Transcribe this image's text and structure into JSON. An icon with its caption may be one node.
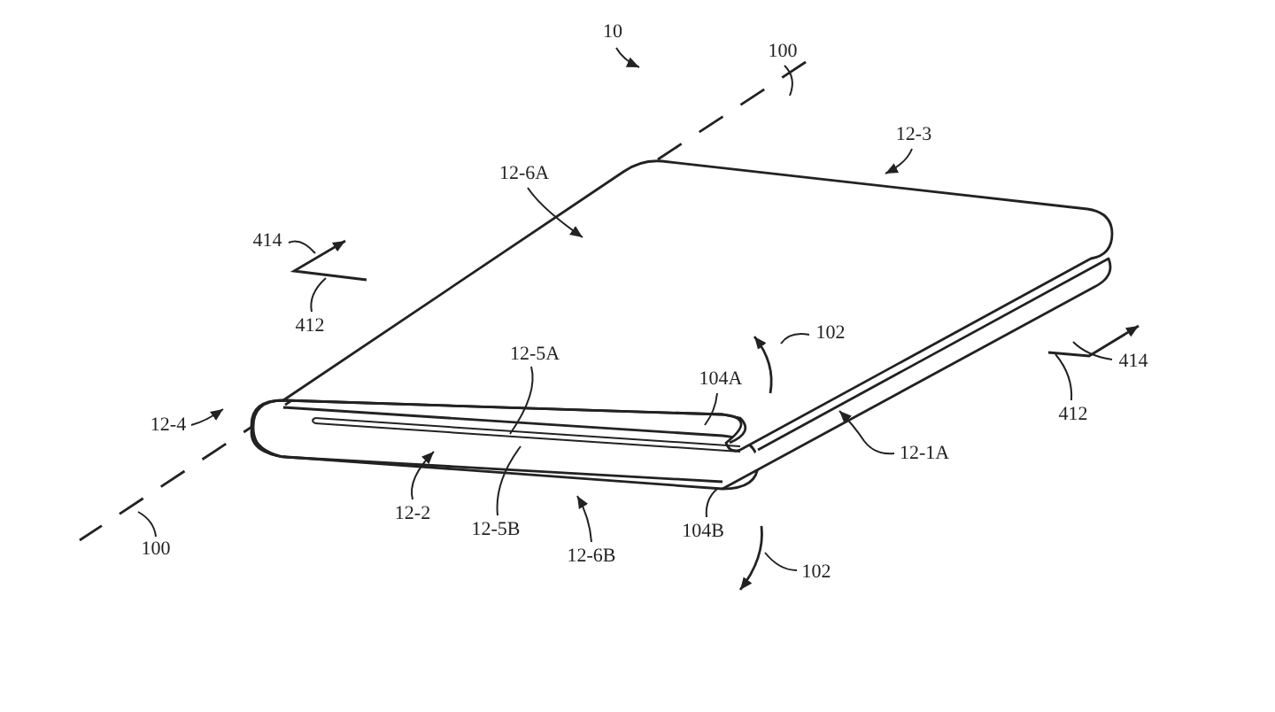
{
  "diagram": {
    "nodes": [
      {
        "text": [
          "10"
        ]
      },
      {
        "text": [
          "100"
        ]
      },
      {
        "text": [
          "12-3"
        ]
      },
      {
        "text": [
          "12-6A"
        ]
      },
      {
        "text": [
          "414"
        ]
      },
      {
        "text": [
          "412"
        ]
      },
      {
        "text": [
          "102"
        ]
      },
      {
        "text": [
          "104A"
        ]
      },
      {
        "text": [
          "414"
        ]
      },
      {
        "text": [
          "12-4"
        ]
      },
      {
        "text": [
          "12-5A"
        ]
      },
      {
        "text": [
          "12-1A"
        ]
      },
      {
        "text": [
          "412"
        ]
      },
      {
        "text": [
          "12-2"
        ]
      },
      {
        "text": [
          "12-5B"
        ]
      },
      {
        "text": [
          "104B"
        ]
      },
      {
        "text": [
          "100"
        ]
      },
      {
        "text": [
          "12-6B"
        ]
      },
      {
        "text": [
          "102"
        ]
      }
    ],
    "edges": [
      {
        "from": 0,
        "to": null,
        "arrow": "to"
      },
      {
        "from": 1,
        "to": null,
        "arrow": "none"
      },
      {
        "from": 2,
        "to": null,
        "arrow": "to"
      },
      {
        "from": 3,
        "to": null,
        "arrow": "to"
      },
      {
        "from": 4,
        "to": null,
        "arrow": "none"
      },
      {
        "from": 5,
        "to": null,
        "arrow": "none"
      },
      {
        "from": 6,
        "to": null,
        "arrow": "none"
      },
      {
        "from": 7,
        "to": null,
        "arrow": "none"
      },
      {
        "from": 8,
        "to": null,
        "arrow": "none"
      },
      {
        "from": 9,
        "to": null,
        "arrow": "to"
      },
      {
        "from": 10,
        "to": null,
        "arrow": "none"
      },
      {
        "from": 11,
        "to": null,
        "arrow": "to"
      },
      {
        "from": 12,
        "to": null,
        "arrow": "none"
      },
      {
        "from": 13,
        "to": null,
        "arrow": "to"
      },
      {
        "from": 14,
        "to": null,
        "arrow": "none"
      },
      {
        "from": 15,
        "to": null,
        "arrow": "none"
      },
      {
        "from": 16,
        "to": null,
        "arrow": "none"
      },
      {
        "from": 17,
        "to": null,
        "arrow": "to"
      },
      {
        "from": 18,
        "to": null,
        "arrow": "none"
      }
    ]
  }
}
